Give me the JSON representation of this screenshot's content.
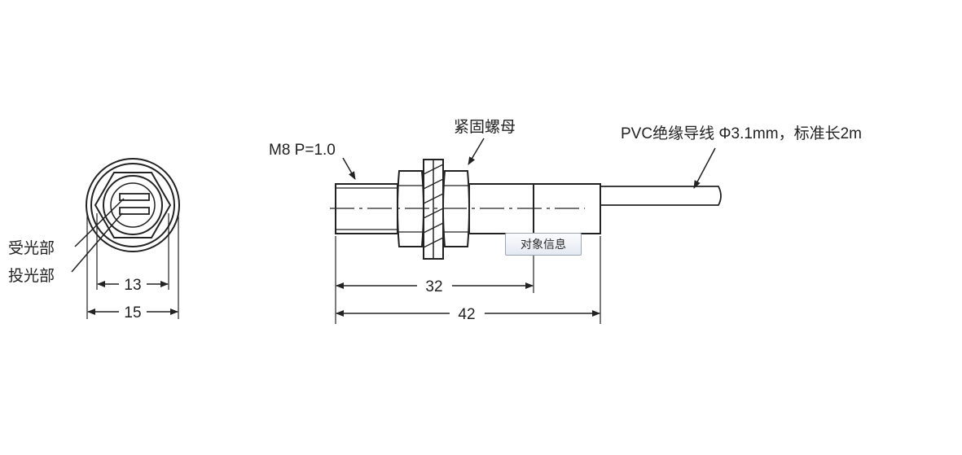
{
  "labels": {
    "thread": "M8 P=1.0",
    "locknut": "紧固螺母",
    "cable": "PVC绝缘导线 Φ3.1mm，标准长2m",
    "receiver": "受光部",
    "emitter": "投光部"
  },
  "dimensions": {
    "inner_width": "13",
    "outer_width": "15",
    "thread_length": "32",
    "total_length": "42"
  },
  "tooltip": {
    "text": "对象信息"
  }
}
